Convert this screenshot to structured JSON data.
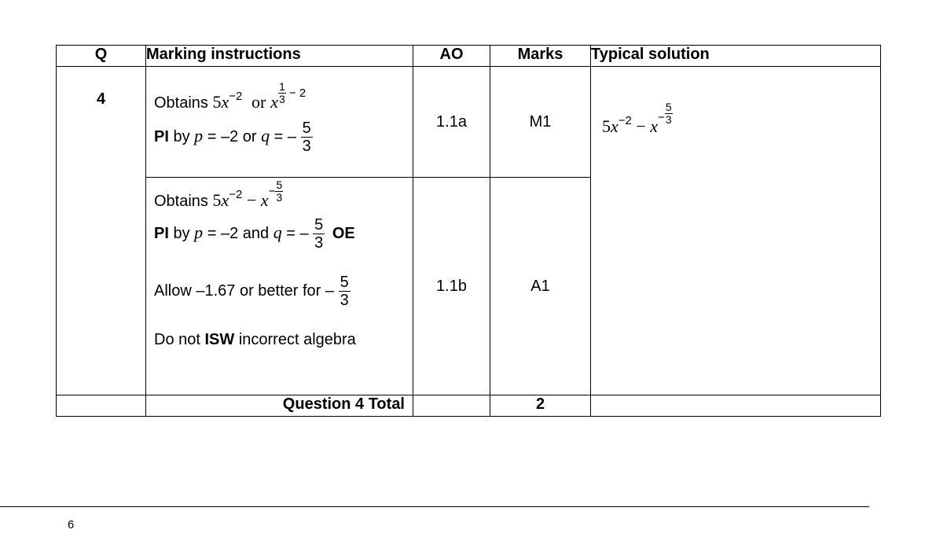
{
  "table": {
    "headers": {
      "q": "Q",
      "marking": "Marking instructions",
      "ao": "AO",
      "marks": "Marks",
      "solution": "Typical solution"
    },
    "question": "4",
    "row1": {
      "obtains": "Obtains",
      "coef": "5",
      "var": "x",
      "exp": "−2",
      "or_word": "or",
      "var2": "x",
      "exp2_num": "1",
      "exp2_den": "3",
      "exp2_rest": " − 2",
      "pi": "PI",
      "by": " by ",
      "p": "p",
      "p_eq": " = –2 or ",
      "q": "q",
      "q_eq": " = –",
      "frac_num": "5",
      "frac_den": "3",
      "ao": "1.1a",
      "mark": "M1"
    },
    "row2": {
      "obtains": "Obtains",
      "coef": "5",
      "var": "x",
      "exp": "−2",
      "minus": " − ",
      "var2": "x",
      "exp2_sign": "−",
      "exp2_num": "5",
      "exp2_den": "3",
      "pi": "PI",
      "by": " by ",
      "p": "p",
      "p_eq": " = –2 and ",
      "q": "q",
      "q_eq": " = –",
      "frac_num": "5",
      "frac_den": "3",
      "oe": "OE",
      "allow": "Allow ",
      "allow_val": "–1.67 or better for ",
      "allow_sign": "–",
      "allow_num": "5",
      "allow_den": "3",
      "do_not": "Do not ",
      "isw": "ISW",
      "incorrect": " incorrect algebra",
      "ao": "1.1b",
      "mark": "A1"
    },
    "solution": {
      "coef": "5",
      "var": "x",
      "exp": "−2",
      "minus": " − ",
      "var2": "x",
      "exp2_sign": "−",
      "exp2_num": "5",
      "exp2_den": "3"
    },
    "total": {
      "label": "Question 4 Total",
      "marks": "2"
    }
  },
  "footer": {
    "page_number": "6"
  }
}
